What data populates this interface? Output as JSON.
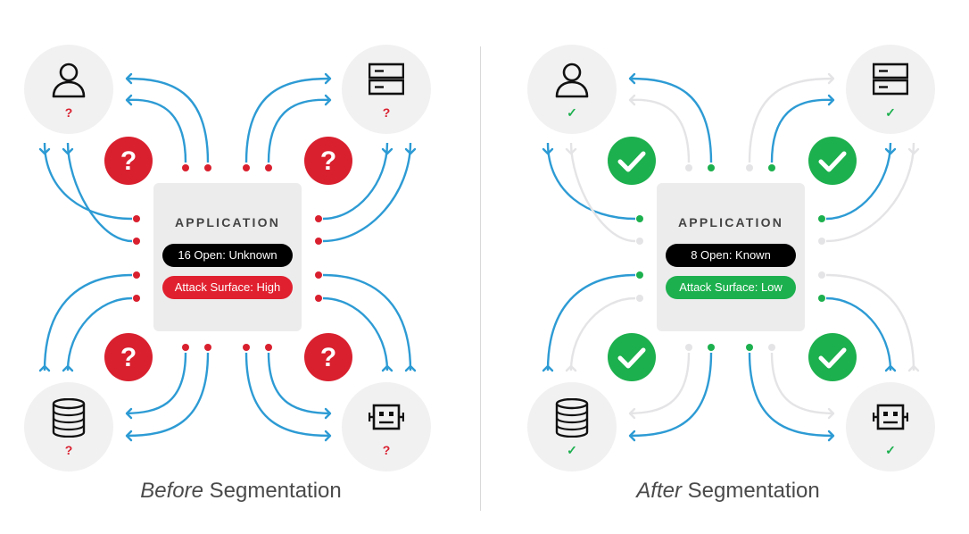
{
  "colors": {
    "line_active": "#2d9bd4",
    "line_inactive": "#e4e4e6",
    "dot_red": "#d9202f",
    "dot_green": "#1db04e",
    "dot_inactive": "#e4e4e6",
    "node_bg": "#f1f1f2",
    "box_bg": "#ececed"
  },
  "panels": {
    "before": {
      "app_title": "APPLICATION",
      "open_pill": "16 Open: Unknown",
      "surface_pill": "Attack Surface: High",
      "surface_color": "#e0202f",
      "caption_italic": "Before",
      "caption_rest": " Segmentation",
      "node_mark": "?",
      "node_mark_color": "#d9202f",
      "badge_symbol": "question",
      "badge_color": "#d9202f",
      "node_icons": [
        "user-icon",
        "server-icon",
        "database-icon",
        "robot-icon"
      ],
      "all_active": true
    },
    "after": {
      "app_title": "APPLICATION",
      "open_pill": "8 Open: Known",
      "surface_pill": "Attack Surface: Low",
      "surface_color": "#1db04e",
      "caption_italic": "After",
      "caption_rest": " Segmentation",
      "node_mark": "✓",
      "node_mark_color": "#1db04e",
      "badge_symbol": "check",
      "badge_color": "#1db04e",
      "node_icons": [
        "user-icon",
        "server-icon",
        "database-icon",
        "robot-icon"
      ],
      "all_active": false
    }
  }
}
